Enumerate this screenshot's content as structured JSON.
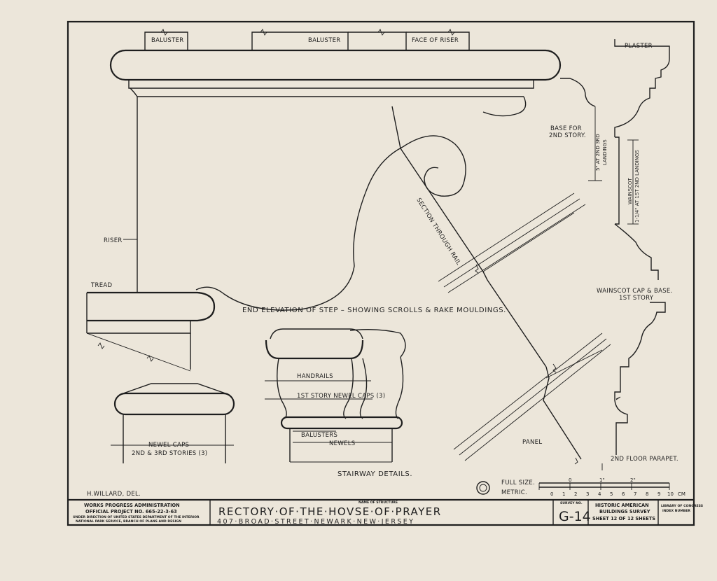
{
  "labels": {
    "baluster_1": "BALUSTER",
    "baluster_2": "BALUSTER",
    "face_of_riser": "FACE OF RISER",
    "plaster": "PLASTER",
    "riser": "RISER",
    "tread": "TREAD",
    "section_through_rail": "SECTION THROUGH RAIL",
    "base_for_2nd_story_line1": "BASE FOR",
    "base_for_2nd_story_line2": "2ND STORY.",
    "at_landings_line1": "5\" AT 2ND 3RD",
    "at_landings_line2": "LANDINGS",
    "wainscot_line1": "WAINSCOT",
    "wainscot_line2": "1-1/4\" AT 1ST 2ND LANDINGS",
    "wainscot_cap_base_line1": "WAINSCOT CAP & BASE.",
    "wainscot_cap_base_line2": "1ST STORY",
    "end_elevation_caption": "END ELEVATION OF STEP – SHOWING SCROLLS & RAKE MOULDINGS.",
    "handrails": "HANDRAILS",
    "first_story_newel_caps": "1ST STORY NEWEL CAPS (3)",
    "balusters": "BALUSTERS",
    "newels": "NEWELS",
    "newel_caps_line1": "NEWEL CAPS",
    "newel_caps_line2": "2ND & 3RD STORIES (3)",
    "panel": "PANEL",
    "second_floor_parapet": "2ND FLOOR PARAPET.",
    "stairway_details": "STAIRWAY DETAILS.",
    "delineator": "H.WILLARD, DEL.",
    "full_size": "FULL SIZE.",
    "metric": "METRIC.",
    "scale_inch_0": "0",
    "scale_inch_1": "1\"",
    "scale_inch_2": "2\"",
    "scale_cm_numbers": [
      "0",
      "1",
      "2",
      "3",
      "4",
      "5",
      "6",
      "7",
      "8",
      "9",
      "10"
    ],
    "scale_cm_unit": "CM"
  },
  "title_block": {
    "wpa_line1": "WORKS PROGRESS ADMINISTRATION",
    "wpa_line2": "OFFICIAL PROJECT NO. 665-22-3-63",
    "wpa_line3": "UNDER DIRECTION OF UNITED STATES DEPARTMENT OF THE INTERIOR",
    "wpa_line4": "NATIONAL PARK SERVICE, BRANCH OF PLANS AND DESIGN",
    "name_of_structure_label": "NAME OF STRUCTURE",
    "structure_name": "RECTORY·OF·THE·HOVSE·OF·PRAYER",
    "structure_address": "407·BROAD·STREET·NEWARK·NEW·JERSEY",
    "survey_no_label": "SURVEY NO.",
    "survey_no": "G-14",
    "habs_line1": "HISTORIC AMERICAN",
    "habs_line2": "BUILDINGS SURVEY",
    "sheet_info": "SHEET 12 OF 12 SHEETS",
    "corner_stamp_line1": "LIBRARY OF CONGRESS",
    "corner_stamp_line2": "INDEX NUMBER"
  },
  "colors": {
    "paper": "#ece6da",
    "ink": "#1e1e1e"
  }
}
